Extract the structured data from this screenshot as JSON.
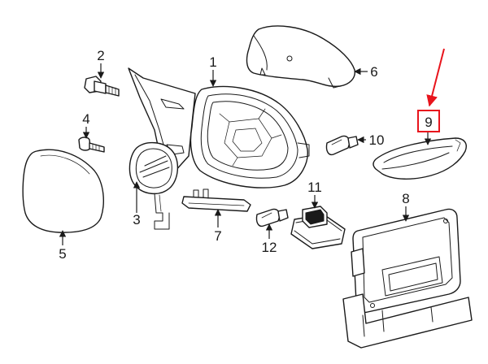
{
  "callouts": {
    "c1": "1",
    "c2": "2",
    "c3": "3",
    "c4": "4",
    "c5": "5",
    "c6": "6",
    "c7": "7",
    "c8": "8",
    "c9": "9",
    "c10": "10",
    "c11": "11",
    "c12": "12"
  },
  "colors": {
    "line": "#1a1a1a",
    "highlight": "#e8141c",
    "background": "#ffffff"
  }
}
